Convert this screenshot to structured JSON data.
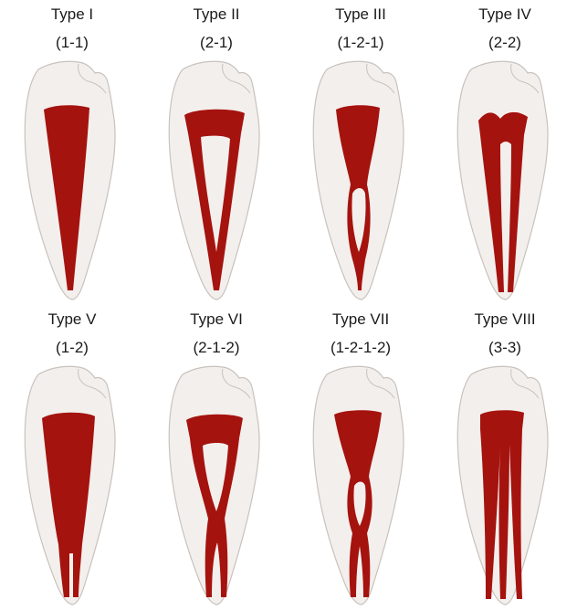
{
  "types": [
    {
      "name": "Type I",
      "code": "(1-1)"
    },
    {
      "name": "Type II",
      "code": "(2-1)"
    },
    {
      "name": "Type III",
      "code": "(1-2-1)"
    },
    {
      "name": "Type IV",
      "code": "(2-2)"
    },
    {
      "name": "Type V",
      "code": "(1-2)"
    },
    {
      "name": "Type VI",
      "code": "(2-1-2)"
    },
    {
      "name": "Type VII",
      "code": "(1-2-1-2)"
    },
    {
      "name": "Type VIII",
      "code": "(3-3)"
    }
  ],
  "colors": {
    "canal": "#a5130f",
    "tooth_fill": "#f3efec",
    "tooth_edge": "#c9c2bd",
    "label": "#1a1a1a"
  },
  "icons": {
    "tooth": "tooth-silhouette",
    "canal": "root-canal-shape"
  }
}
